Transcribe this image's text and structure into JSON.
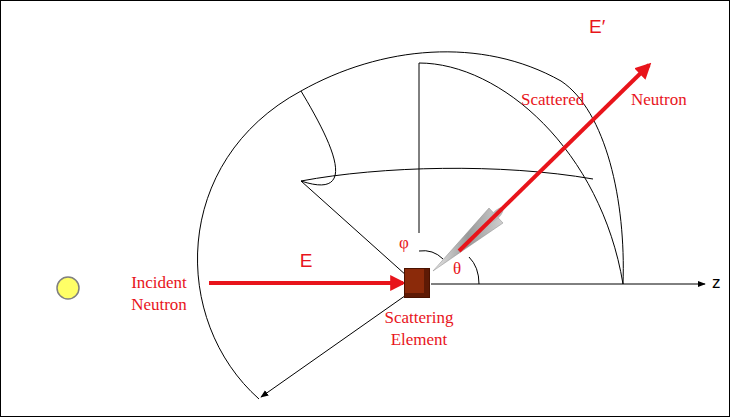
{
  "diagram": {
    "nodes": [
      {
        "text": [
          "Incident Neutron"
        ]
      },
      {
        "text": [
          "Scattering Element"
        ]
      }
    ],
    "edges": [
      {
        "from": 0,
        "to": 1,
        "label": "E",
        "arrow": "to"
      }
    ],
    "labels": [
      "Scattered",
      "Neutron",
      "E′",
      "φ",
      "θ",
      "z"
    ]
  }
}
